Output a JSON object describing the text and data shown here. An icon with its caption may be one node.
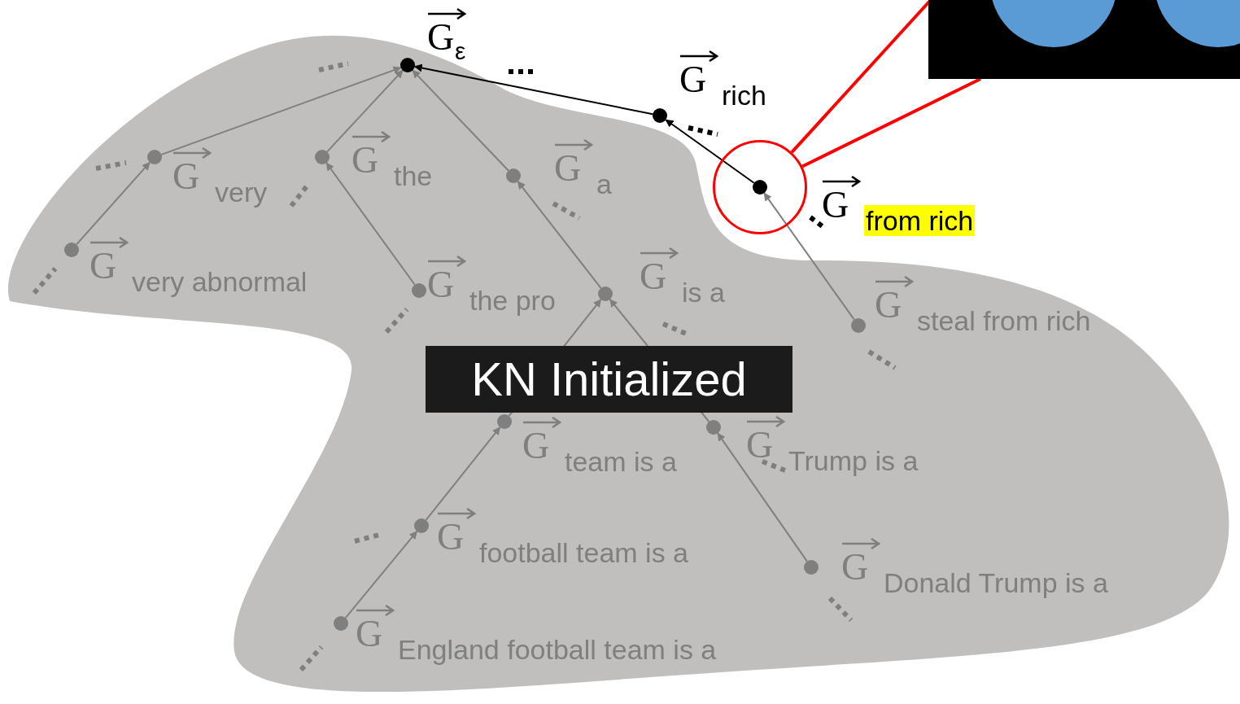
{
  "diagram": {
    "nodes": [
      {
        "text": [],
        "shape": "circle",
        "beside": [
          "G",
          "ε"
        ]
      },
      {
        "text": [],
        "shape": "circle",
        "beside": [
          "G",
          "rich"
        ]
      },
      {
        "text": [],
        "shape": "circle"
      },
      {
        "text": [],
        "shape": "circle",
        "beside": [
          "G",
          "from rich"
        ],
        "in": 2
      },
      {
        "text": [],
        "shape": "circle",
        "beside": [
          "G",
          "very"
        ]
      },
      {
        "text": [],
        "shape": "circle",
        "beside": [
          "G",
          "the"
        ]
      },
      {
        "text": [],
        "shape": "circle",
        "beside": [
          "G",
          "a"
        ]
      },
      {
        "text": [],
        "shape": "circle",
        "beside": [
          "G",
          "very abnormal"
        ]
      },
      {
        "text": [],
        "shape": "circle",
        "beside": [
          "G",
          "the pro"
        ]
      },
      {
        "text": [],
        "shape": "circle",
        "beside": [
          "G",
          "is a"
        ]
      },
      {
        "text": [],
        "shape": "circle",
        "beside": [
          "G",
          "steal from rich"
        ]
      },
      {
        "text": [],
        "shape": "circle",
        "beside": [
          "G",
          "team is a"
        ]
      },
      {
        "text": [],
        "shape": "circle",
        "beside": [
          "G",
          "Trump is a"
        ]
      },
      {
        "text": [],
        "shape": "circle",
        "beside": [
          "G",
          "football team is a"
        ]
      },
      {
        "text": [],
        "shape": "circle",
        "beside": [
          "G",
          "Donald Trump is a"
        ]
      },
      {
        "text": [],
        "shape": "circle",
        "beside": [
          "G",
          "England football team is a"
        ]
      },
      {
        "text": [],
        "shape": "picture"
      }
    ],
    "edges": [
      {
        "from": 1,
        "to": 0,
        "arrow": "to",
        "color": "#000000"
      },
      {
        "from": 3,
        "to": 1,
        "arrow": "to",
        "color": "#000000"
      },
      {
        "from": 4,
        "to": 0,
        "arrow": "to"
      },
      {
        "from": 5,
        "to": 0,
        "arrow": "to"
      },
      {
        "from": 6,
        "to": 0,
        "arrow": "to"
      },
      {
        "from": 7,
        "to": 4,
        "arrow": "to"
      },
      {
        "from": 8,
        "to": 5,
        "arrow": "to"
      },
      {
        "from": 9,
        "to": 6,
        "arrow": "to"
      },
      {
        "from": 10,
        "to": 3,
        "arrow": "to"
      },
      {
        "from": 11,
        "to": 9,
        "arrow": "to"
      },
      {
        "from": 12,
        "to": 9,
        "arrow": "to"
      },
      {
        "from": 13,
        "to": 11,
        "arrow": "to"
      },
      {
        "from": 14,
        "to": 12,
        "arrow": "to"
      },
      {
        "from": 15,
        "to": 13,
        "arrow": "to"
      },
      {
        "from": 2,
        "to": 16,
        "arrow": "none",
        "color": "#ff0000"
      },
      {
        "from": 2,
        "to": 16,
        "arrow": "none",
        "color": "#ff0000"
      }
    ],
    "labels": [
      "KN Initialized"
    ]
  }
}
